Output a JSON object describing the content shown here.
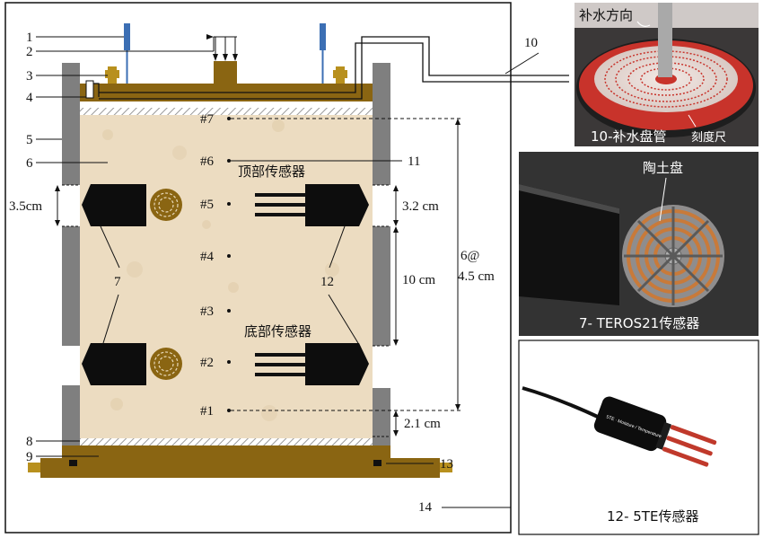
{
  "figure": {
    "callouts": [
      "1",
      "2",
      "3",
      "4",
      "5",
      "6",
      "7",
      "8",
      "9",
      "10",
      "11",
      "12",
      "13",
      "14"
    ],
    "levels": [
      "#7",
      "#6",
      "#5",
      "#4",
      "#3",
      "#2",
      "#1"
    ],
    "top_sensor_label": "顶部传感器",
    "bottom_sensor_label": "底部传感器",
    "dim_port_left": "3.5cm",
    "dim_port_right": "3.2 cm",
    "dim_spacing_mid": "10 cm",
    "dim_bottom": "2.1 cm",
    "dim_levels_line1": "6@",
    "dim_levels_line2": "4.5 cm"
  },
  "photo_coil": {
    "top_label": "补水方向",
    "caption": "10-补水盘管",
    "scale_label": "刻度尺"
  },
  "photo_teros": {
    "disk_label": "陶土盘",
    "caption": "7- TEROS21传感器"
  },
  "photo_5te": {
    "caption": "12- 5TE传感器",
    "probe_text": "5TE · Moisture / Temperature"
  },
  "colors": {
    "soil": "#ecdcc1",
    "cap": "#8a6512",
    "wall": "#7f7f7f",
    "sensor": "#0d0d0d",
    "rod": "#3c6fb4",
    "coil_red": "#c8332b"
  }
}
